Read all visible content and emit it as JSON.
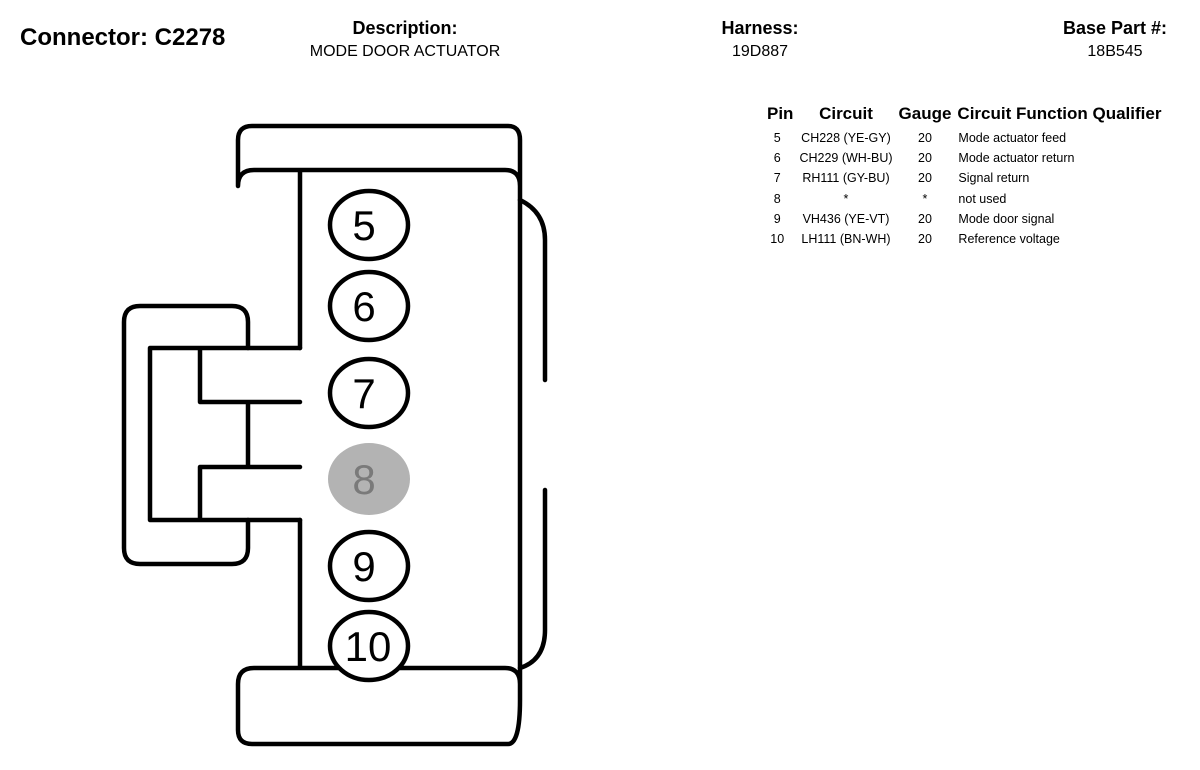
{
  "header": {
    "connector": "Connector: C2278",
    "description_label": "Description:",
    "description_value": "MODE DOOR ACTUATOR",
    "harness_label": "Harness:",
    "harness_value": "19D887",
    "base_part_label": "Base Part #:",
    "base_part_value": "18B545"
  },
  "table": {
    "columns": [
      "Pin",
      "Circuit",
      "Gauge",
      "Circuit Function Qualifier"
    ],
    "rows": [
      {
        "pin": "5",
        "circuit": "CH228 (YE-GY)",
        "gauge": "20",
        "function": "Mode actuator feed"
      },
      {
        "pin": "6",
        "circuit": "CH229 (WH-BU)",
        "gauge": "20",
        "function": "Mode actuator return"
      },
      {
        "pin": "7",
        "circuit": "RH111 (GY-BU)",
        "gauge": "20",
        "function": "Signal return"
      },
      {
        "pin": "8",
        "circuit": "*",
        "gauge": "*",
        "function": "not used"
      },
      {
        "pin": "9",
        "circuit": "VH436 (YE-VT)",
        "gauge": "20",
        "function": "Mode door signal"
      },
      {
        "pin": "10",
        "circuit": "LH111 (BN-WH)",
        "gauge": "20",
        "function": "Reference voltage"
      }
    ]
  },
  "diagram": {
    "pins": [
      {
        "label": "5",
        "used": true
      },
      {
        "label": "6",
        "used": true
      },
      {
        "label": "7",
        "used": true
      },
      {
        "label": "8",
        "used": false
      },
      {
        "label": "9",
        "used": true
      },
      {
        "label": "10",
        "used": true
      }
    ],
    "colors": {
      "outline": "#000000",
      "unused_pin_fill": "#b3b3b3",
      "unused_pin_text": "#7a7a7a"
    }
  }
}
